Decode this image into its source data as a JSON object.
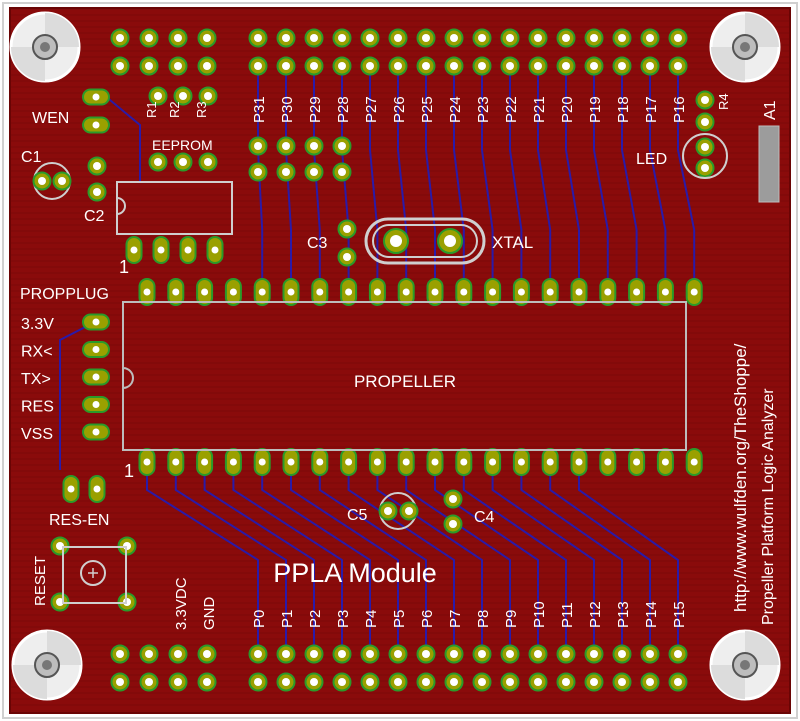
{
  "board": {
    "title": "PPLA Module",
    "url_line1": "http://www.wulfden.org/TheShoppe/",
    "url_line2": "Propeller Platform Logic Analyzer",
    "chip_label": "PROPELLER",
    "pin1_marker_top": "1",
    "pin1_marker_bottom": "1",
    "a1_label": "A1",
    "colors": {
      "board": "#8b0a0a",
      "board_edge": "#6a0404",
      "silk": "#ffffff",
      "pad": "#9aa000",
      "pad_ring": "#2a9a2a",
      "trace": "#2a1aa8",
      "hole": "#ffffff"
    }
  },
  "components": {
    "wen": "WEN",
    "c1": "C1",
    "c2": "C2",
    "c3": "C3",
    "c4": "C4",
    "c5": "C5",
    "eeprom": "EEPROM",
    "r1": "R1",
    "r2": "R2",
    "r3": "R3",
    "r4": "R4",
    "led": "LED",
    "xtal": "XTAL",
    "res_en": "RES-EN",
    "reset": "RESET",
    "power_33": "3.3VDC",
    "gnd": "GND"
  },
  "propplug": {
    "title": "PROPPLUG",
    "pins": [
      "3.3V",
      "RX<",
      "TX>",
      "RES",
      "VSS"
    ]
  },
  "top_pins": [
    "P31",
    "P30",
    "P29",
    "P28",
    "P27",
    "P26",
    "P25",
    "P24",
    "P23",
    "P22",
    "P21",
    "P20",
    "P19",
    "P18",
    "P17",
    "P16"
  ],
  "bottom_pins": [
    "P0",
    "P1",
    "P2",
    "P3",
    "P4",
    "P5",
    "P6",
    "P7",
    "P8",
    "P9",
    "P10",
    "P11",
    "P12",
    "P13",
    "P14",
    "P15"
  ]
}
